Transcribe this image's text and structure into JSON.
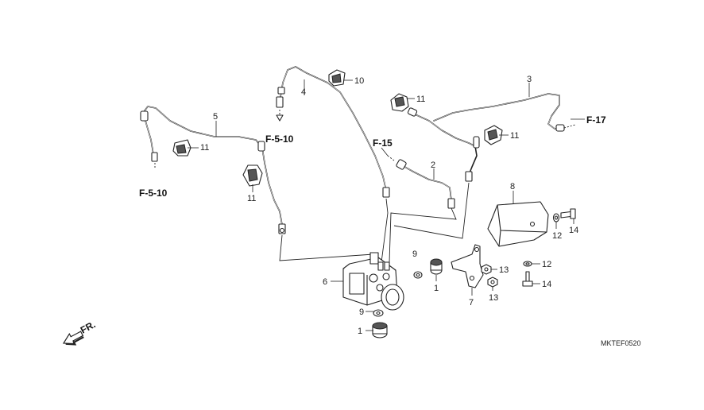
{
  "callouts": {
    "p1a": "1",
    "p1b": "1",
    "p2": "2",
    "p3": "3",
    "p4": "4",
    "p5": "5",
    "p6": "6",
    "p7": "7",
    "p8": "8",
    "p9a": "9",
    "p9b": "9",
    "p10": "10",
    "p11a": "11",
    "p11b": "11",
    "p11c": "11",
    "p11d": "11",
    "p12a": "12",
    "p12b": "12",
    "p13a": "13",
    "p13b": "13",
    "p14a": "14",
    "p14b": "14"
  },
  "references": {
    "f510_top": "F-5-10",
    "f510_left": "F-5-10",
    "f15": "F-15",
    "f17": "F-17"
  },
  "direction": {
    "label": "FR."
  },
  "diagram_code": "MKTEF0520"
}
